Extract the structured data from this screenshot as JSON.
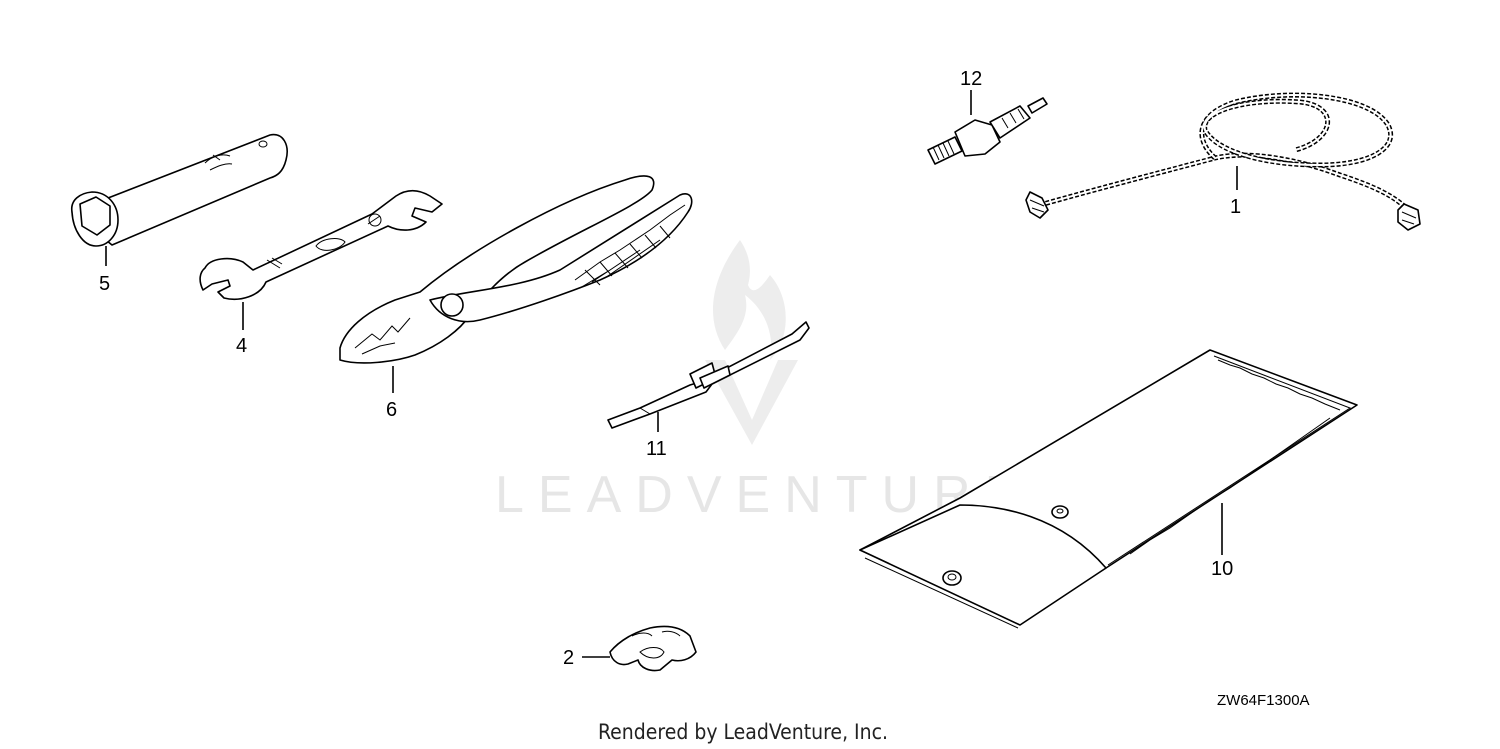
{
  "diagram": {
    "callouts": [
      {
        "id": "1",
        "label": "1"
      },
      {
        "id": "2",
        "label": "2"
      },
      {
        "id": "4",
        "label": "4"
      },
      {
        "id": "5",
        "label": "5"
      },
      {
        "id": "6",
        "label": "6"
      },
      {
        "id": "10",
        "label": "10"
      },
      {
        "id": "11",
        "label": "11"
      },
      {
        "id": "12",
        "label": "12"
      }
    ],
    "part_code": "ZW64F1300A",
    "watermark_text": "LEADVENTURE",
    "footer": "Rendered by LeadVenture, Inc."
  }
}
